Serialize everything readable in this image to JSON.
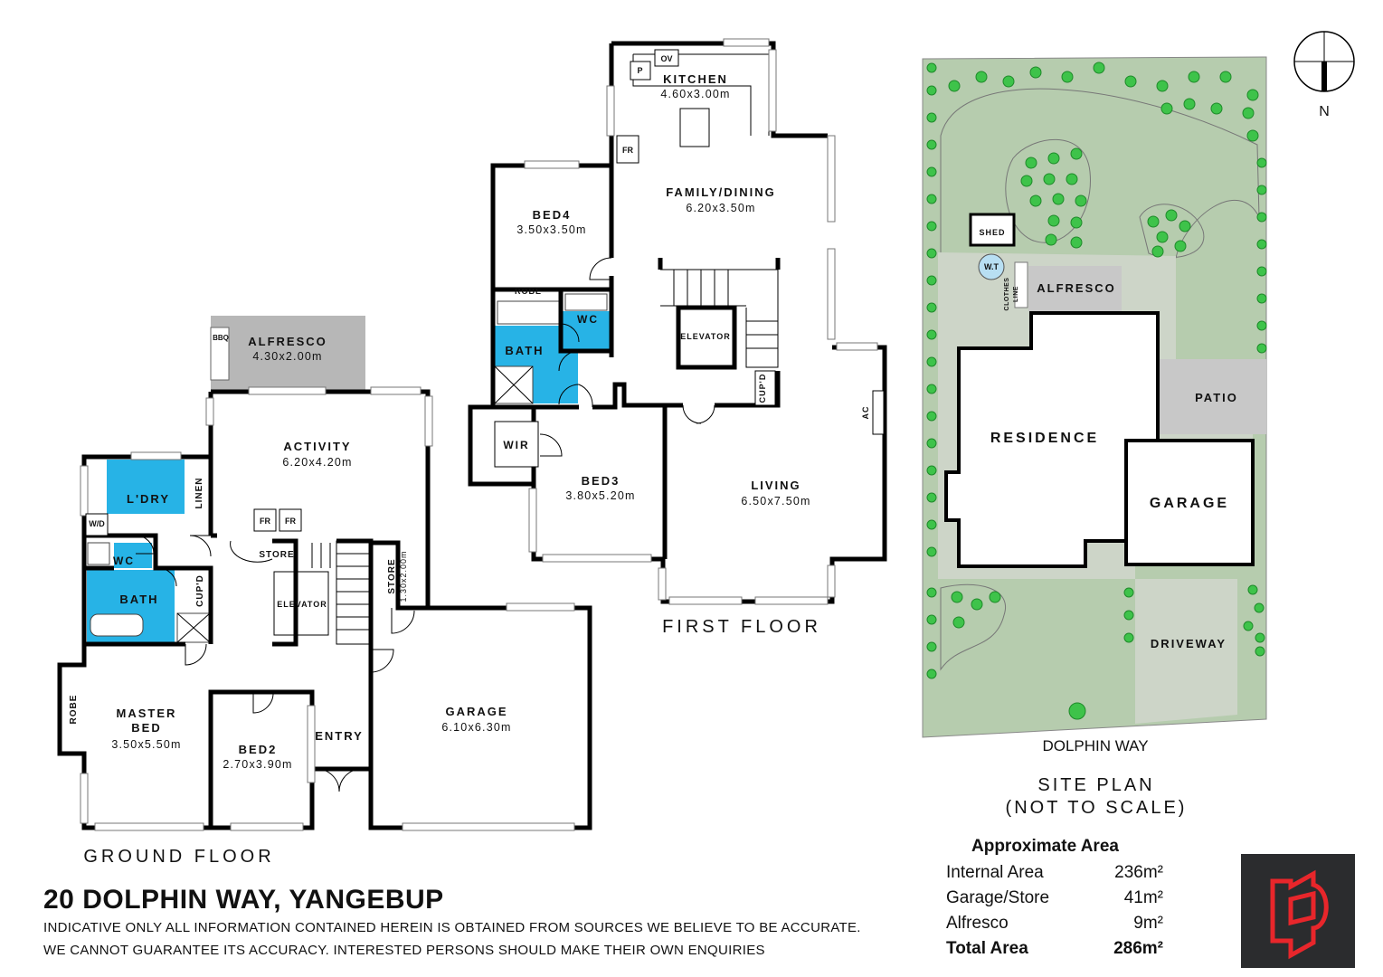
{
  "colors": {
    "wet_area": "#27b3e6",
    "alfresco": "#b7b7b7",
    "lawn": "#b6ccae",
    "paving": "#cdd5c8",
    "logo_bg": "#2b2c2e",
    "logo_mark": "#e8262b"
  },
  "ground_floor": {
    "label": "GROUND FLOOR",
    "rooms": {
      "alfresco": {
        "name": "ALFRESCO",
        "size": "4.30x2.00m"
      },
      "activity": {
        "name": "ACTIVITY",
        "size": "6.20x4.20m"
      },
      "laundry": {
        "name": "L'DRY"
      },
      "linen": "LINEN",
      "wd": "W/D",
      "wc": "WC",
      "bath": "BATH",
      "cupd": "CUP'D",
      "robe": "ROBE",
      "master": {
        "name_1": "MASTER",
        "name_2": "BED",
        "size": "3.50x5.50m"
      },
      "bed2": {
        "name": "BED2",
        "size": "2.70x3.90m"
      },
      "entry": "ENTRY",
      "store": "STORE",
      "store2": {
        "name": "STORE",
        "size": "1.30x2.00m"
      },
      "elevator": "ELEVATOR",
      "fr1": "FR",
      "fr2": "FR",
      "bbq": "BBQ",
      "garage": {
        "name": "GARAGE",
        "size": "6.10x6.30m"
      }
    }
  },
  "first_floor": {
    "label": "FIRST FLOOR",
    "rooms": {
      "kitchen": {
        "name": "KITCHEN",
        "size": "4.60x3.00m"
      },
      "ov": "OV",
      "p": "P",
      "fr": "FR",
      "family": {
        "name": "FAMILY/DINING",
        "size": "6.20x3.50m"
      },
      "bed4": {
        "name": "BED4",
        "size": "3.50x3.50m"
      },
      "robe": "ROBE",
      "wc": "WC",
      "bath": "BATH",
      "elevator": "ELEVATOR",
      "cupd": "CUP'D",
      "wir": "WIR",
      "bed3": {
        "name": "BED3",
        "size": "3.80x5.20m"
      },
      "living": {
        "name": "LIVING",
        "size": "6.50x7.50m"
      },
      "ac": "AC"
    }
  },
  "site_plan": {
    "north": "N",
    "shed": "SHED",
    "wt": "W.T",
    "clothes_1": "CLOTHES",
    "clothes_2": "LINE",
    "alfresco": "ALFRESCO",
    "patio": "PATIO",
    "residence": "RESIDENCE",
    "garage": "GARAGE",
    "driveway": "DRIVEWAY",
    "street": "DOLPHIN WAY",
    "title_1": "SITE PLAN",
    "title_2": "(NOT TO SCALE)"
  },
  "property": {
    "address": "20 DOLPHIN WAY, YANGEBUP",
    "disclaimer_1": "INDICATIVE ONLY ALL INFORMATION CONTAINED HEREIN IS OBTAINED FROM SOURCES WE BELIEVE TO BE ACCURATE.",
    "disclaimer_2": "WE CANNOT GUARANTEE ITS ACCURACY. INTERESTED PERSONS SHOULD MAKE THEIR OWN ENQUIRIES"
  },
  "areas": {
    "heading": "Approximate Area",
    "rows": [
      {
        "label": "Internal Area",
        "value": "236m²"
      },
      {
        "label": "Garage/Store",
        "value": "41m²"
      },
      {
        "label": "Alfresco",
        "value": "9m²"
      }
    ],
    "total": {
      "label": "Total Area",
      "value": "286m²"
    }
  }
}
